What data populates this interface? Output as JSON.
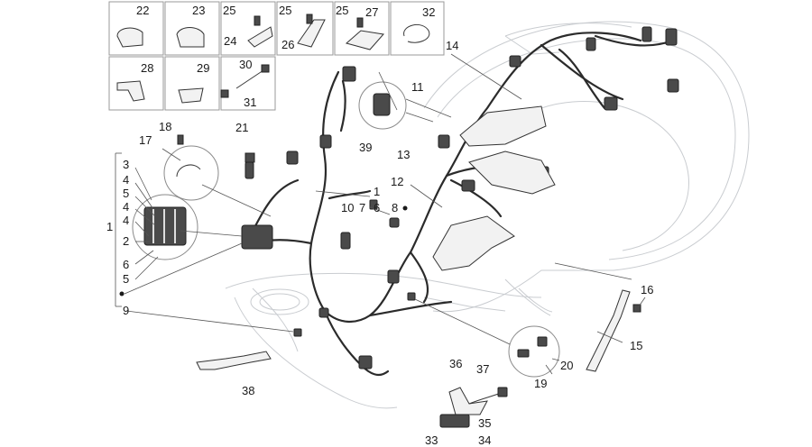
{
  "callouts": {
    "c1": "1",
    "c1b": "1",
    "c2": "2",
    "c3": "3",
    "c4a": "4",
    "c4b": "4",
    "c4c": "4",
    "c5a": "5",
    "c5b": "5",
    "c6a": "6",
    "c6b": "6",
    "c7": "7",
    "c8": "8",
    "c9": "9",
    "c10": "10",
    "c11": "11",
    "c12": "12",
    "c13": "13",
    "c14": "14",
    "c15": "15",
    "c16": "16",
    "c17": "17",
    "c18": "18",
    "c19": "19",
    "c20": "20",
    "c21": "21",
    "c22": "22",
    "c23": "23",
    "c24": "24",
    "c25a": "25",
    "c25b": "25",
    "c25c": "25",
    "c26": "26",
    "c27": "27",
    "c28": "28",
    "c29": "29",
    "c30": "30",
    "c31": "31",
    "c32": "32",
    "c33": "33",
    "c34": "34",
    "c35": "35",
    "c36": "36",
    "c37": "37",
    "c38": "38",
    "c39": "39"
  },
  "colors": {
    "ink": "#1a1a1a",
    "ghost": "#c9ccd0",
    "box_border": "#9a9a9a"
  }
}
